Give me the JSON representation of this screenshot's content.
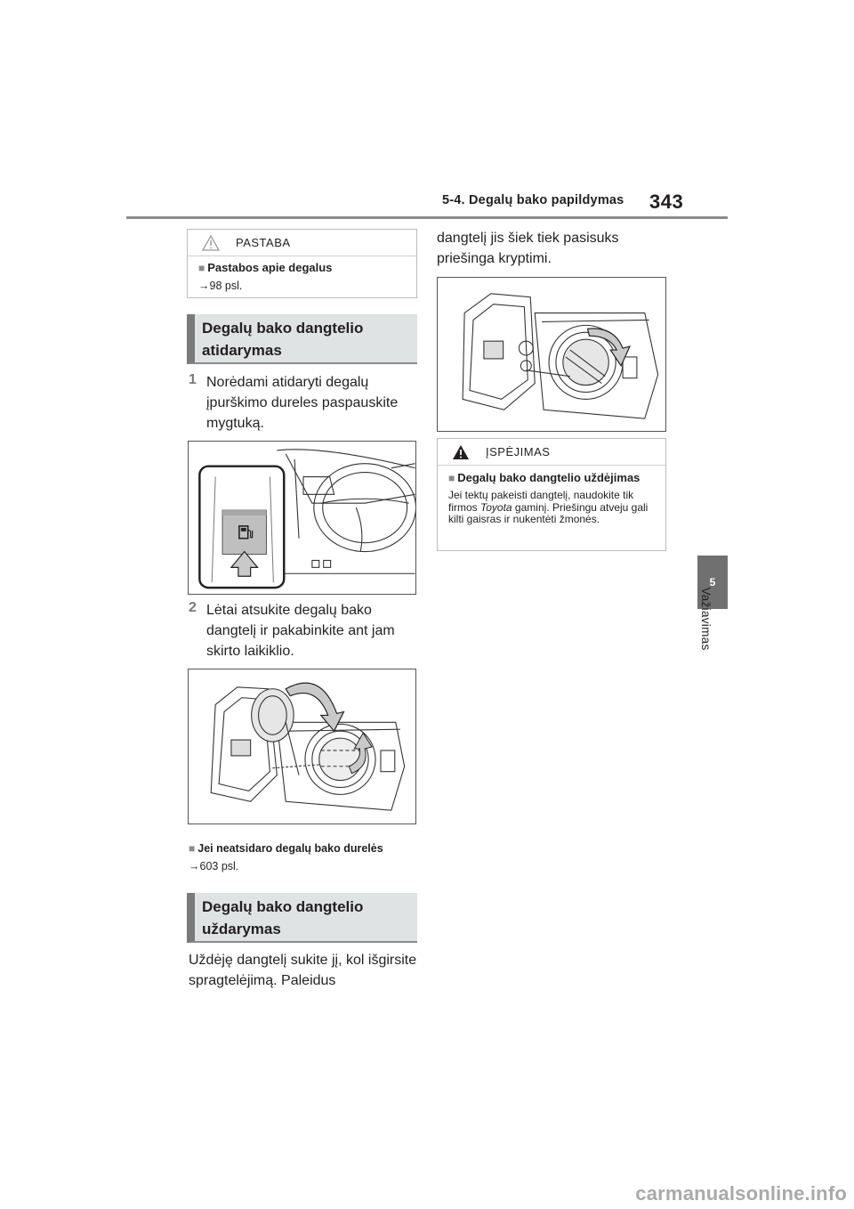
{
  "header": {
    "section": "5-4. Degalų bako papildymas",
    "page_number": "343"
  },
  "chapter_tab": {
    "number": "5",
    "title": "Važiavimas"
  },
  "notice": {
    "title": "PASTABA",
    "item": "Pastabos apie degalus",
    "ref": "→98 psl."
  },
  "section_open": {
    "line1": "Degalų bako dangtelio",
    "line2": "atidarymas"
  },
  "steps": [
    {
      "number": "1",
      "text": "Norėdami atidaryti degalų įpurškimo dureles paspauskite mygtuką."
    },
    {
      "number": "2",
      "text": "Lėtai atsukite degalų bako dangtelį ir pakabinkite ant jam skirto laikiklio."
    }
  ],
  "door_note": {
    "item": "Jei neatsidaro degalų bako durelės",
    "ref": "→603 psl."
  },
  "section_close": {
    "line1": "Degalų bako dangtelio",
    "line2": "uždarymas"
  },
  "close_text_col1": "Uždėję dangtelį sukite jį, kol išgirsite spragtelėjimą. Paleidus",
  "close_text_col2": "dangtelį jis šiek tiek pasisuks priešinga kryptimi.",
  "warning": {
    "title": "ĮSPĖJIMAS",
    "item": "Degalų bako dangtelio uždėjimas",
    "text_before": "Jei tektų pakeisti dangtelį, naudokite tik firmos ",
    "brand": "Toyota",
    "text_after": " gaminį. Priešingu atveju gali kilti gaisras ir nukentėti žmonės."
  },
  "watermark": "carmanualsonline.info",
  "icons": [
    "warning-triangle-icon",
    "square-bullet-icon",
    "fuel-pump-icon",
    "arrow-up-icon",
    "rotate-arrow-icon"
  ]
}
